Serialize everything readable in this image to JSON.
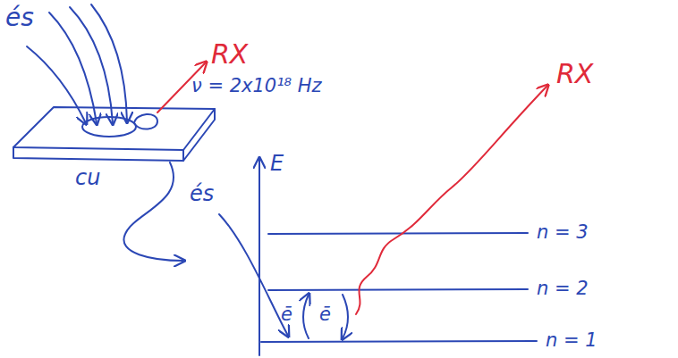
{
  "diagram": {
    "labels": [
      "és",
      "RX",
      "ν = 2x10¹⁸ Hz",
      "cu",
      "és",
      "E",
      "RX",
      "n = 3",
      "n = 2",
      "n = 1",
      "ē",
      "ē"
    ]
  }
}
